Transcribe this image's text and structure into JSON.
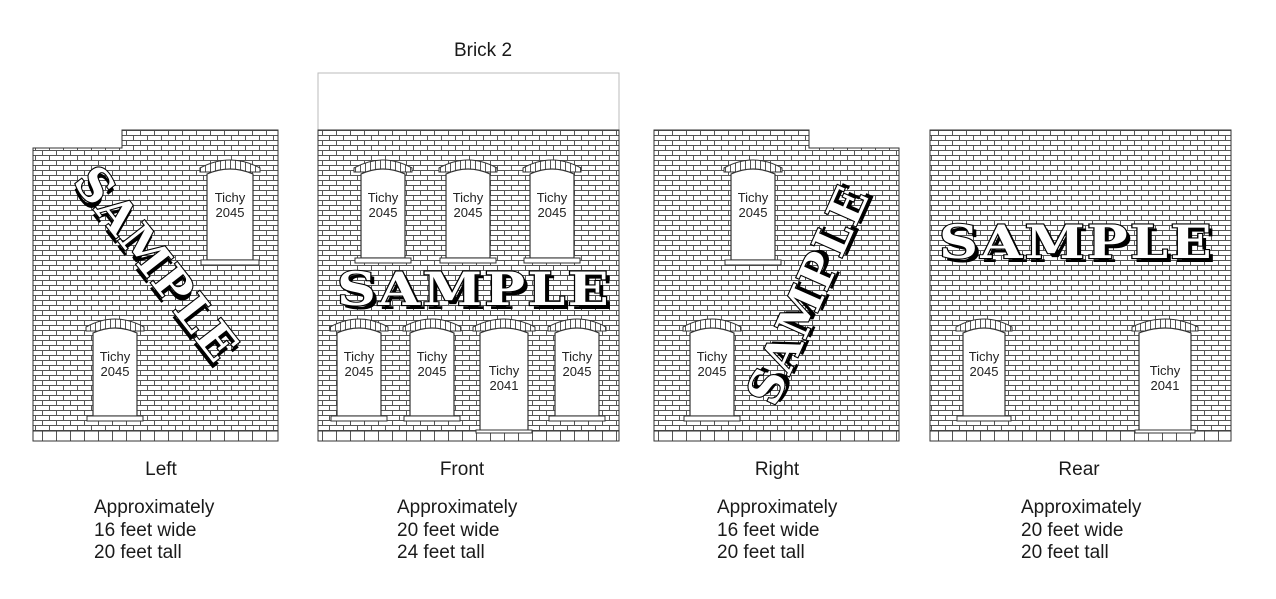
{
  "title": "Brick 2",
  "watermark": "SAMPLE",
  "colors": {
    "mortar": "#555555",
    "brick": "#ffffff",
    "outline": "#333333"
  },
  "walls": [
    {
      "id": "left",
      "label": "Left",
      "lines": [
        "Approximately",
        "16 feet wide",
        "20 feet tall"
      ],
      "windows": [
        {
          "brand": "Tichy",
          "number": "2045"
        },
        {
          "brand": "Tichy",
          "number": "2045"
        }
      ]
    },
    {
      "id": "front",
      "label": "Front",
      "lines": [
        "Approximately",
        "20 feet wide",
        "24 feet tall"
      ],
      "windows": [
        {
          "brand": "Tichy",
          "number": "2045"
        },
        {
          "brand": "Tichy",
          "number": "2045"
        },
        {
          "brand": "Tichy",
          "number": "2045"
        },
        {
          "brand": "Tichy",
          "number": "2045"
        },
        {
          "brand": "Tichy",
          "number": "2045"
        },
        {
          "brand": "Tichy",
          "number": "2041"
        },
        {
          "brand": "Tichy",
          "number": "2045"
        }
      ]
    },
    {
      "id": "right",
      "label": "Right",
      "lines": [
        "Approximately",
        "16 feet wide",
        "20 feet tall"
      ],
      "windows": [
        {
          "brand": "Tichy",
          "number": "2045"
        },
        {
          "brand": "Tichy",
          "number": "2045"
        }
      ]
    },
    {
      "id": "rear",
      "label": "Rear",
      "lines": [
        "Approximately",
        "20 feet wide",
        "20 feet tall"
      ],
      "windows": [
        {
          "brand": "Tichy",
          "number": "2045"
        },
        {
          "brand": "Tichy",
          "number": "2041"
        }
      ]
    }
  ]
}
